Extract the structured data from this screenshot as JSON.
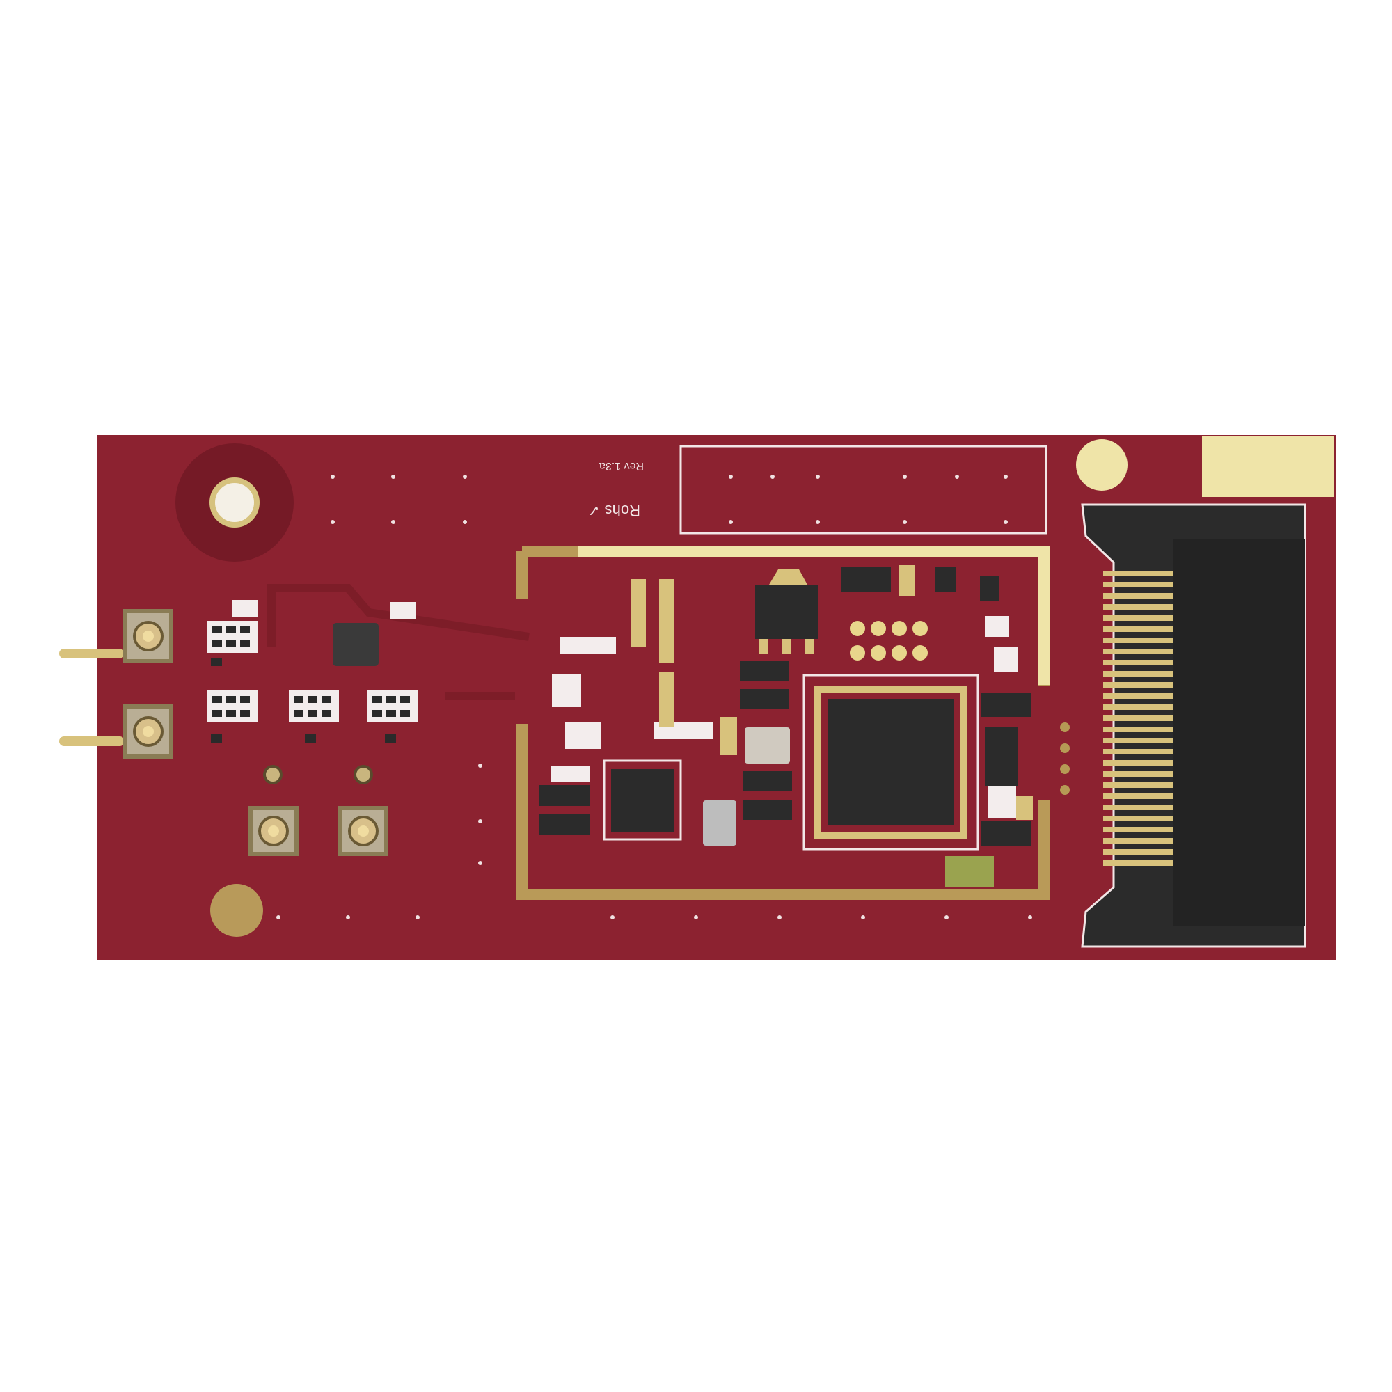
{
  "image": {
    "subject": "pcb-module",
    "colors": {
      "background": "#ffffff",
      "board": "#8c2230",
      "board_dark": "#6f1a25",
      "gold": "#cbb27a",
      "gold_bright": "#e7d79c",
      "chip": "#2b2b2b",
      "silk": "#f2e6e6",
      "pin": "#d8c27c"
    }
  },
  "silkscreen": {
    "rohs": "Rohs ✓",
    "revision": "Rev 1.3a"
  }
}
